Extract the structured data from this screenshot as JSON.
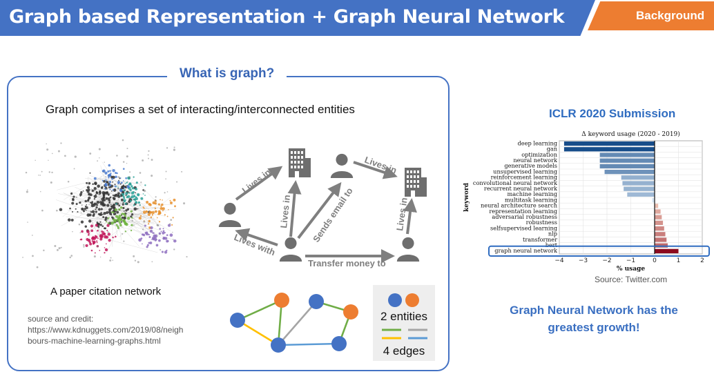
{
  "header": {
    "title": "Graph based Representation + Graph Neural Network",
    "section_tab": "Background"
  },
  "panel": {
    "heading": "What is graph?",
    "caption": "Graph comprises a set of interacting/interconnected entities",
    "citation_label": "A paper citation network",
    "credit_lines": [
      "source and credit:",
      "https://www.kdnuggets.com/2019/08/neigh",
      "bours-machine-learning-graphs.html"
    ]
  },
  "relations": {
    "lives_in_1": "Lives in",
    "lives_in_2": "Lives in",
    "lives_in_3": "Lives in",
    "lives_in_4": "Lives in",
    "lives_with": "Lives with",
    "sends_email_to": "Sends email to",
    "transfer_money_to": "Transfer money to"
  },
  "legend": {
    "entities": "2 entities",
    "edges": "4 edges"
  },
  "colors": {
    "blue": "#4472c4",
    "orange": "#ed7d31",
    "green": "#70ad47",
    "gray": "#a5a5a5",
    "yellow": "#ffc000",
    "lightblue": "#5b9bd5",
    "icon_gray": "#6e6e6e",
    "highlight": "#2f6cc0"
  },
  "chart": {
    "heading": "ICLR 2020 Submission",
    "source": "Source: Twitter.com",
    "takeaway_line1": "Graph Neural Network has the",
    "takeaway_line2": "greatest growth!"
  },
  "chart_data": {
    "type": "bar",
    "orientation": "horizontal",
    "title": "Δ keyword usage (2020 - 2019)",
    "xlabel": "% usage",
    "ylabel": "keyword",
    "xlim": [
      -4,
      2
    ],
    "xticks": [
      "−4",
      "−3",
      "−2",
      "−1",
      "0",
      "1",
      "2"
    ],
    "grid": true,
    "categories": [
      "deep learning",
      "gan",
      "optimization",
      "neural network",
      "generative models",
      "unsupervised learning",
      "reinforcement learning",
      "convolutional neural network",
      "recurrent neural network",
      "machine learning",
      "multitask learning",
      "neural architecture search",
      "representation learning",
      "adversarial robustness",
      "robustness",
      "selfsupervised learning",
      "nlp",
      "transformer",
      "bert",
      "graph neural network"
    ],
    "values": [
      -3.8,
      -3.8,
      -2.3,
      -2.3,
      -2.3,
      -2.1,
      -1.4,
      -1.35,
      -1.3,
      -1.15,
      -0.1,
      0.15,
      0.25,
      0.3,
      0.35,
      0.4,
      0.45,
      0.5,
      0.55,
      1.0
    ],
    "highlighted": "graph neural network"
  }
}
